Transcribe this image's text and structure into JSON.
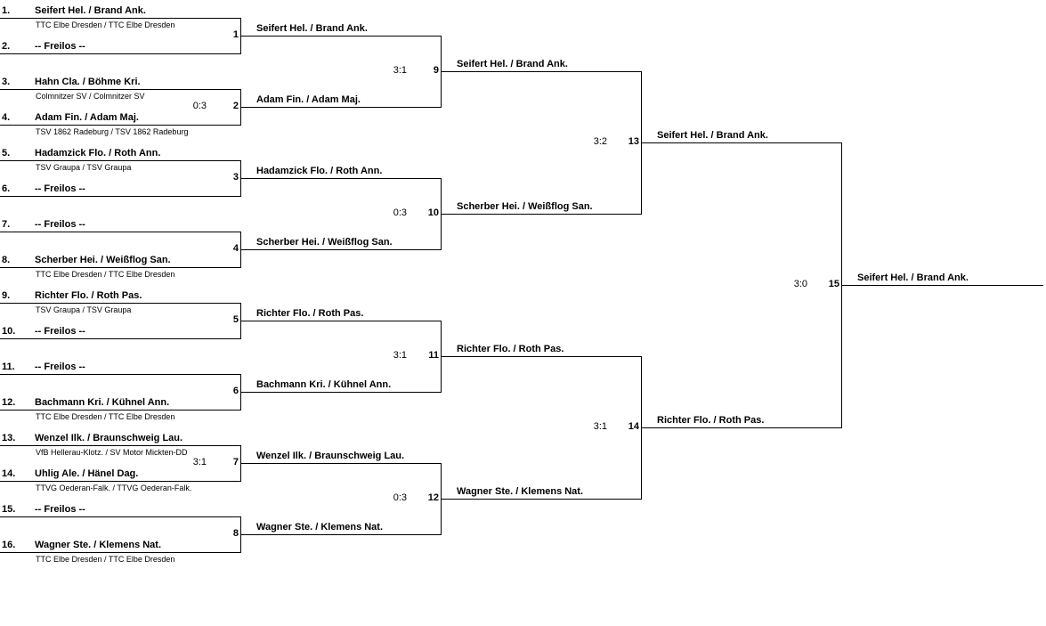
{
  "entries": [
    {
      "seed": "1.",
      "name": "Seifert Hel. / Brand Ank.",
      "club": "TTC Elbe Dresden / TTC Elbe Dresden"
    },
    {
      "seed": "2.",
      "name": "-- Freilos --",
      "club": ""
    },
    {
      "seed": "3.",
      "name": "Hahn Cla. / Böhme Kri.",
      "club": "Colmnitzer SV / Colmnitzer SV"
    },
    {
      "seed": "4.",
      "name": "Adam Fin. / Adam Maj.",
      "club": "TSV 1862 Radeburg / TSV 1862 Radeburg"
    },
    {
      "seed": "5.",
      "name": "Hadamzick Flo. / Roth Ann.",
      "club": "TSV Graupa / TSV Graupa"
    },
    {
      "seed": "6.",
      "name": "-- Freilos --",
      "club": ""
    },
    {
      "seed": "7.",
      "name": "-- Freilos --",
      "club": ""
    },
    {
      "seed": "8.",
      "name": "Scherber Hei. / Weißflog San.",
      "club": "TTC Elbe Dresden / TTC Elbe Dresden"
    },
    {
      "seed": "9.",
      "name": "Richter Flo. / Roth Pas.",
      "club": "TSV Graupa / TSV Graupa"
    },
    {
      "seed": "10.",
      "name": "-- Freilos --",
      "club": ""
    },
    {
      "seed": "11.",
      "name": "-- Freilos --",
      "club": ""
    },
    {
      "seed": "12.",
      "name": "Bachmann Kri. / Kühnel Ann.",
      "club": "TTC Elbe Dresden / TTC Elbe Dresden"
    },
    {
      "seed": "13.",
      "name": "Wenzel Ilk. / Braunschweig Lau.",
      "club": "VfB Hellerau-Klotz. / SV Motor Mickten-DD"
    },
    {
      "seed": "14.",
      "name": "Uhlig Ale. / Hänel Dag.",
      "club": "TTVG Oederan-Falk. / TTVG Oederan-Falk."
    },
    {
      "seed": "15.",
      "name": "-- Freilos --",
      "club": ""
    },
    {
      "seed": "16.",
      "name": "Wagner Ste. / Klemens Nat.",
      "club": "TTC Elbe Dresden / TTC Elbe Dresden"
    }
  ],
  "rounds": [
    [
      {
        "no": "1",
        "score": "",
        "winner": "Seifert Hel. / Brand Ank."
      },
      {
        "no": "2",
        "score": "0:3",
        "winner": "Adam Fin. / Adam Maj."
      },
      {
        "no": "3",
        "score": "",
        "winner": "Hadamzick Flo. / Roth Ann."
      },
      {
        "no": "4",
        "score": "",
        "winner": "Scherber Hei. / Weißflog San."
      },
      {
        "no": "5",
        "score": "",
        "winner": "Richter Flo. / Roth Pas."
      },
      {
        "no": "6",
        "score": "",
        "winner": "Bachmann Kri. / Kühnel Ann."
      },
      {
        "no": "7",
        "score": "3:1",
        "winner": "Wenzel Ilk. / Braunschweig Lau."
      },
      {
        "no": "8",
        "score": "",
        "winner": "Wagner Ste. / Klemens Nat."
      }
    ],
    [
      {
        "no": "9",
        "score": "3:1",
        "winner": "Seifert Hel. / Brand Ank."
      },
      {
        "no": "10",
        "score": "0:3",
        "winner": "Scherber Hei. / Weißflog San."
      },
      {
        "no": "11",
        "score": "3:1",
        "winner": "Richter Flo. / Roth Pas."
      },
      {
        "no": "12",
        "score": "0:3",
        "winner": "Wagner Ste. / Klemens Nat."
      }
    ],
    [
      {
        "no": "13",
        "score": "3:2",
        "winner": "Seifert Hel. / Brand Ank."
      },
      {
        "no": "14",
        "score": "3:1",
        "winner": "Richter Flo. / Roth Pas."
      }
    ],
    [
      {
        "no": "15",
        "score": "3:0",
        "winner": "Seifert Hel. / Brand Ank."
      }
    ]
  ]
}
